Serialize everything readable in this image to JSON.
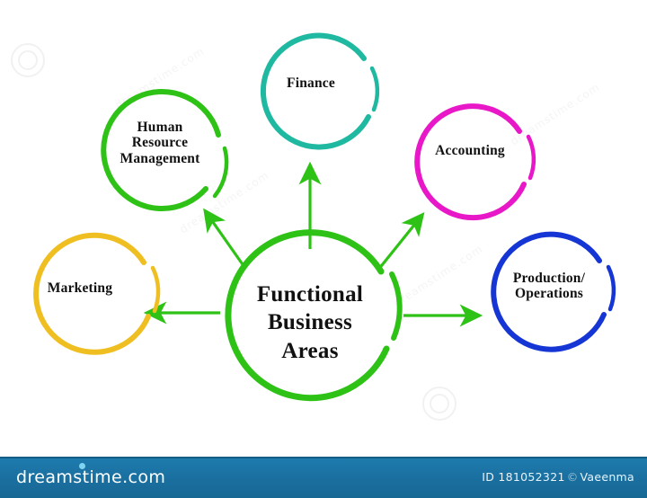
{
  "diagram": {
    "title": "Functional Business Areas",
    "center": {
      "label": "Functional\nBusiness\nAreas",
      "color": "#2ec216"
    },
    "nodes": [
      {
        "id": "human-resource-management",
        "label": "Human\nResource\nManagement",
        "color": "#2ec216",
        "arrow_direction": "up-left"
      },
      {
        "id": "finance",
        "label": "Finance",
        "color": "#1fb8a0",
        "arrow_direction": "up"
      },
      {
        "id": "accounting",
        "label": "Accounting",
        "color": "#e818c8",
        "arrow_direction": "up-right"
      },
      {
        "id": "production-operations",
        "label": "Production/\nOperations",
        "color": "#1536d4",
        "arrow_direction": "right"
      },
      {
        "id": "marketing",
        "label": "Marketing",
        "color": "#efbf22",
        "arrow_direction": "left"
      }
    ],
    "arrow_color": "#2ec216"
  },
  "footer": {
    "brand": "dreamstime.com",
    "id_text": "ID 181052321",
    "copyright_symbol": "©",
    "author": "Vaeenma",
    "background_color": "#1b76a8"
  },
  "watermark": {
    "text": "dreamstime.com"
  }
}
